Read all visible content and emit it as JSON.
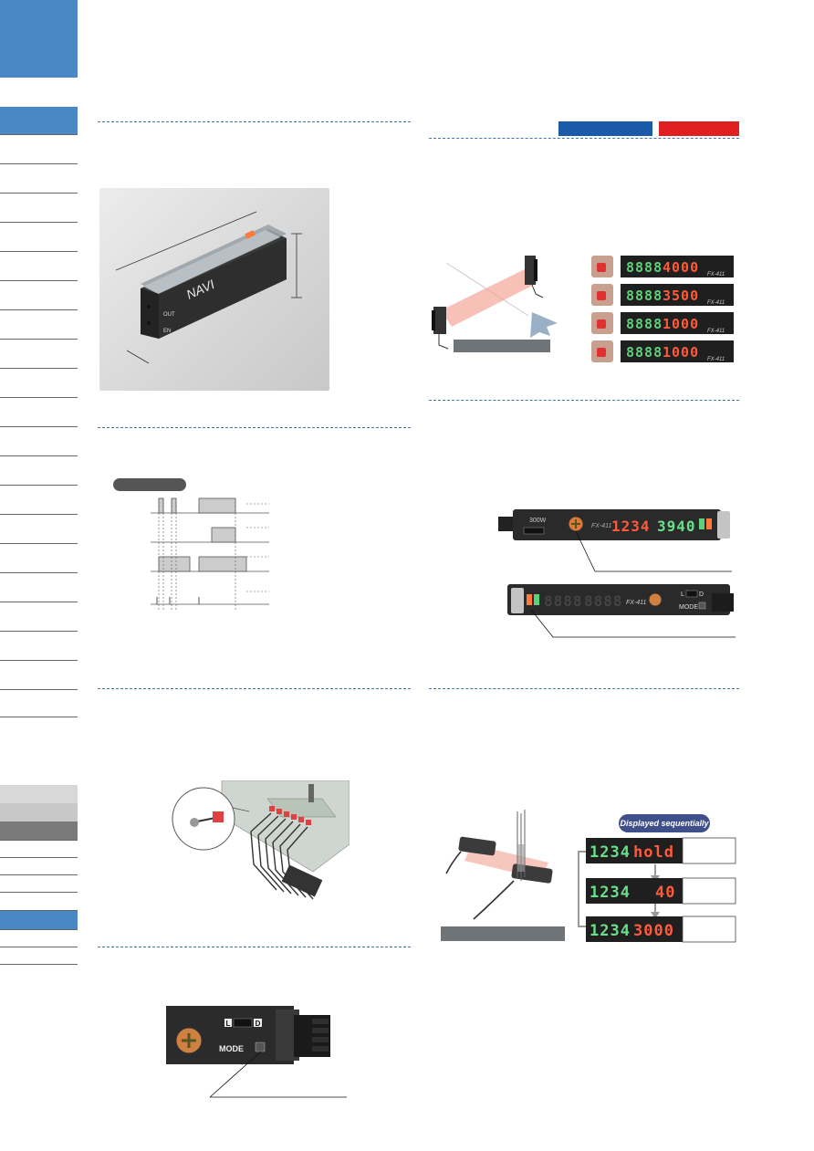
{
  "colors": {
    "sidebar_blue": "#4a88c5",
    "divider_blue": "#3f74b3",
    "badge_blue": "#1a5aa8",
    "badge_red": "#e02020",
    "led_red": "#ff5a3a",
    "led_green": "#6adf8a"
  },
  "product": {
    "brand_label": "NAVI",
    "indicator_out": "OUT",
    "indicator_en": "EN",
    "model": "FX-411",
    "model_mirrored": "FX-411",
    "switch_std": "300W"
  },
  "displays": {
    "threshold_sequence": [
      {
        "left": "8888",
        "right": "4000"
      },
      {
        "left": "8888",
        "right": "3500"
      },
      {
        "left": "8888",
        "right": "1000"
      },
      {
        "left": "8888",
        "right": "1000"
      }
    ],
    "amp_top": {
      "left": "1234",
      "right": "3940"
    },
    "amp_bottom": {
      "left": "8888",
      "right": "8888"
    },
    "mode_key": {
      "l_label": "L",
      "d_label": "D",
      "mode_label": "MODE"
    },
    "sequential_label": "Displayed sequentially",
    "sequential": [
      {
        "left": "1234",
        "right": "hold"
      },
      {
        "left": "1234",
        "right": "40"
      },
      {
        "left": "1234",
        "right": "3000"
      }
    ]
  }
}
